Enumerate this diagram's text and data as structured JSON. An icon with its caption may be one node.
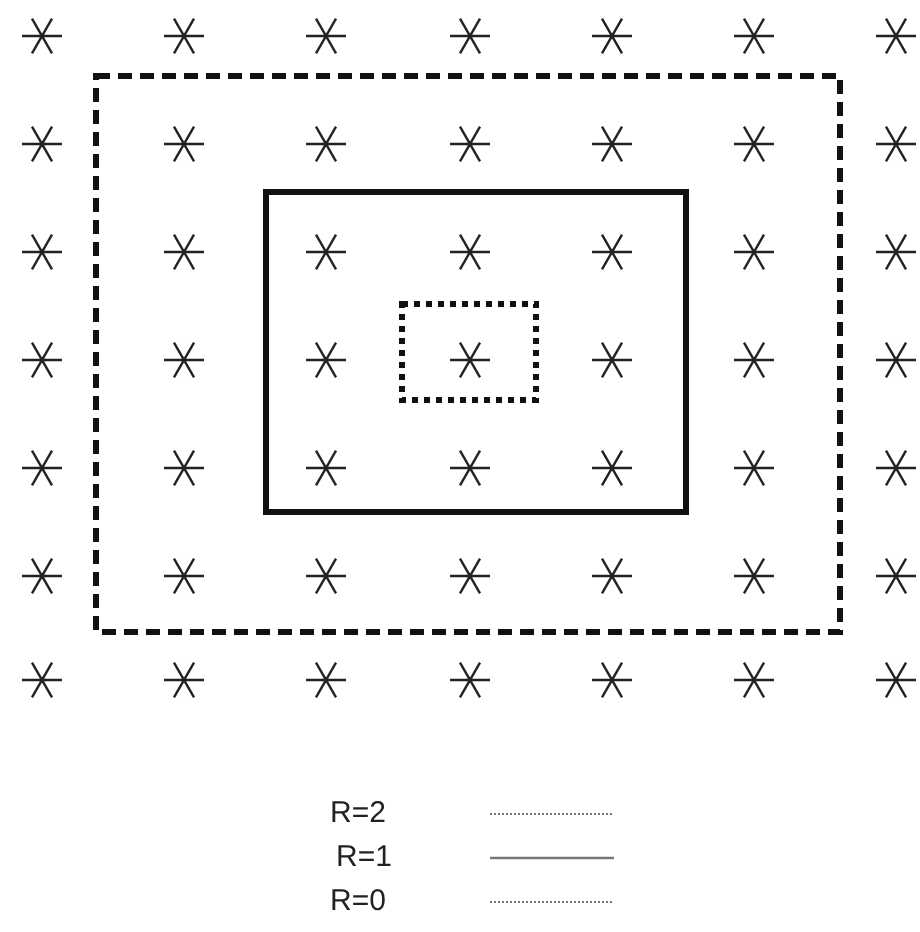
{
  "diagram": {
    "legend": [
      {
        "text": "R=2"
      },
      {
        "text": "R=1"
      },
      {
        "text": "R=0"
      }
    ]
  }
}
